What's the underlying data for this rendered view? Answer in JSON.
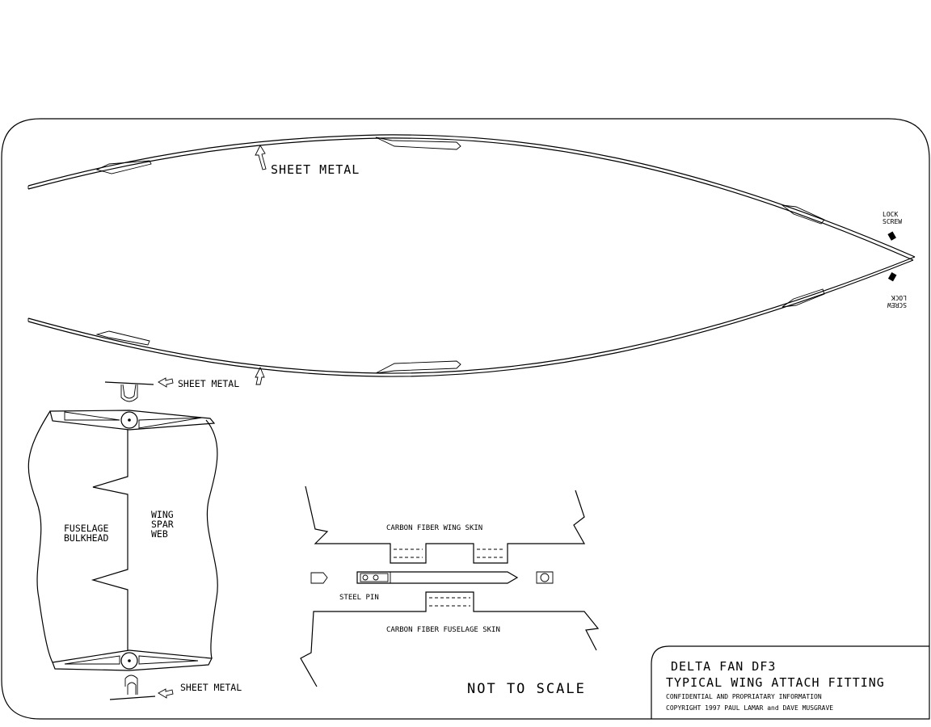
{
  "labels": {
    "sheet_metal_top": "SHEET METAL",
    "sheet_metal_mid": "SHEET METAL",
    "sheet_metal_bottom": "SHEET METAL",
    "lock_screw_top_l1": "LOCK",
    "lock_screw_top_l2": "SCREW",
    "lock_screw_bot_l1": "SCREW",
    "lock_screw_bot_l2": "LOCK",
    "fuselage_bulkhead_l1": "FUSELAGE",
    "fuselage_bulkhead_l2": "BULKHEAD",
    "wing_spar_web_l1": "WING",
    "wing_spar_web_l2": "SPAR",
    "wing_spar_web_l3": "WEB",
    "carbon_fiber_wing_skin": "CARBON FIBER WING SKIN",
    "steel_pin": "STEEL PIN",
    "carbon_fiber_fuselage_skin": "CARBON FIBER FUSELAGE SKIN",
    "not_to_scale": "NOT TO SCALE"
  },
  "title_block": {
    "line1": "DELTA FAN DF3",
    "line2": "TYPICAL WING ATTACH FITTING",
    "line3": "CONFIDENTIAL AND PROPRIATARY INFORMATION",
    "line4": "COPYRIGHT 1997 PAUL LAMAR  and DAVE MUSGRAVE"
  },
  "colors": {
    "ink": "#000000",
    "paper": "#ffffff"
  }
}
